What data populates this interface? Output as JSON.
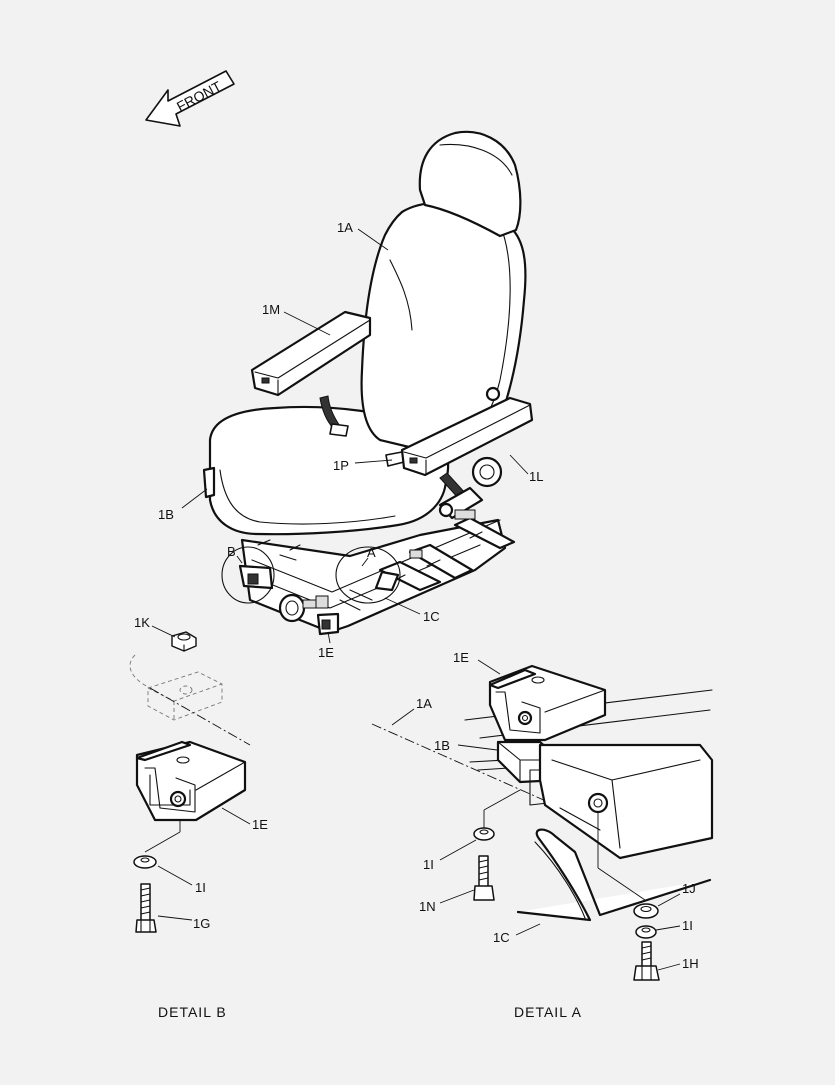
{
  "orientation": {
    "front": "FRONT"
  },
  "callouts": {
    "c1A_main": "1A",
    "c1M": "1M",
    "c1P": "1P",
    "c1L": "1L",
    "c1B_main": "1B",
    "cB_circle": "B",
    "cA_circle": "A",
    "c1C_main": "1C",
    "c1E_main": "1E",
    "c1K": "1K",
    "c1E_detB": "1E",
    "c1I_detB": "1I",
    "c1G": "1G",
    "c1E_detA": "1E",
    "c1A_detA": "1A",
    "c1B_detA": "1B",
    "c1I_detA_left": "1I",
    "c1N": "1N",
    "c1C_detA": "1C",
    "c1J": "1J",
    "c1I_detA_right": "1I",
    "c1H": "1H"
  },
  "captions": {
    "detail_b": "DETAIL  B",
    "detail_a": "DETAIL  A"
  }
}
